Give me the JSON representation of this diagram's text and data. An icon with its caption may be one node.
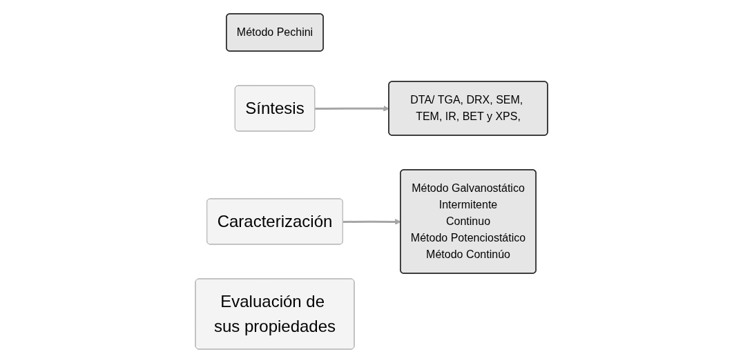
{
  "diagram": {
    "nodes": [
      {
        "text": [
          "Método Pechini"
        ]
      },
      {
        "text": [
          "Síntesis"
        ]
      },
      {
        "text": [
          "DTA/ TGA, DRX, SEM, TEM, IR, BET y XPS,"
        ]
      },
      {
        "text": [
          "Caracterización"
        ]
      },
      {
        "text": [
          "Método Galvanostático",
          "Intermitente",
          "Continuo",
          "Método Potenciostático",
          "Método Continúo"
        ]
      },
      {
        "text": [
          "Evaluación de sus propiedades"
        ]
      }
    ],
    "edges": [
      {
        "from": 1,
        "to": 2,
        "arrow": "to"
      },
      {
        "from": 3,
        "to": 4,
        "arrow": "to"
      }
    ]
  }
}
